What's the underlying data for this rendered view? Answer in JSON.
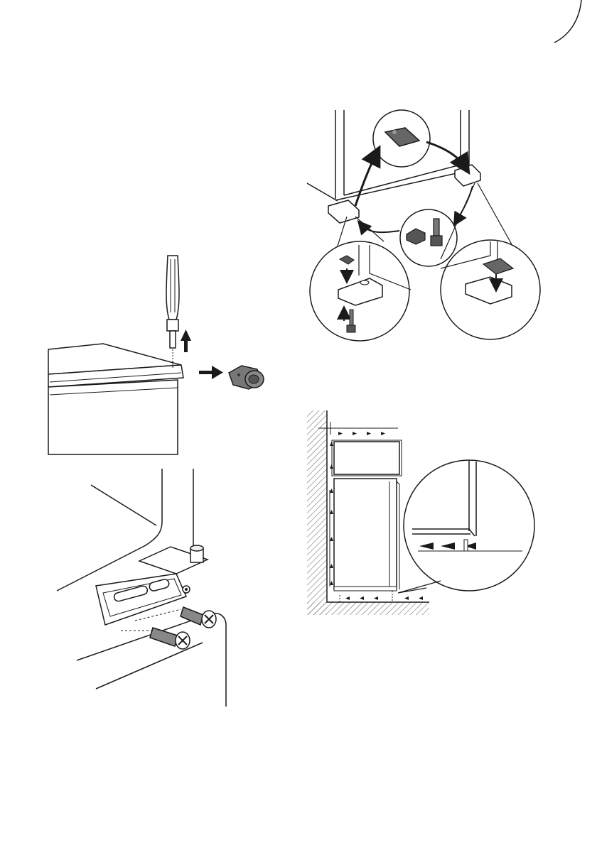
{
  "page": {
    "background": "#ffffff",
    "ink_color": "#1a1a1a",
    "fill_gray": "#555555",
    "hatch_color": "#777777"
  },
  "illustrations": [
    {
      "name": "remove-screwdriver-hinge-pin",
      "icon": "screwdriver-icon"
    },
    {
      "name": "hinge-cover-move-diagram",
      "icon": "hinge-cover-icon"
    },
    {
      "name": "hinge-bracket-screws",
      "icon": "screw-icon"
    },
    {
      "name": "installation-clearance-airflow",
      "icon": "airflow-arrow-icon"
    }
  ]
}
